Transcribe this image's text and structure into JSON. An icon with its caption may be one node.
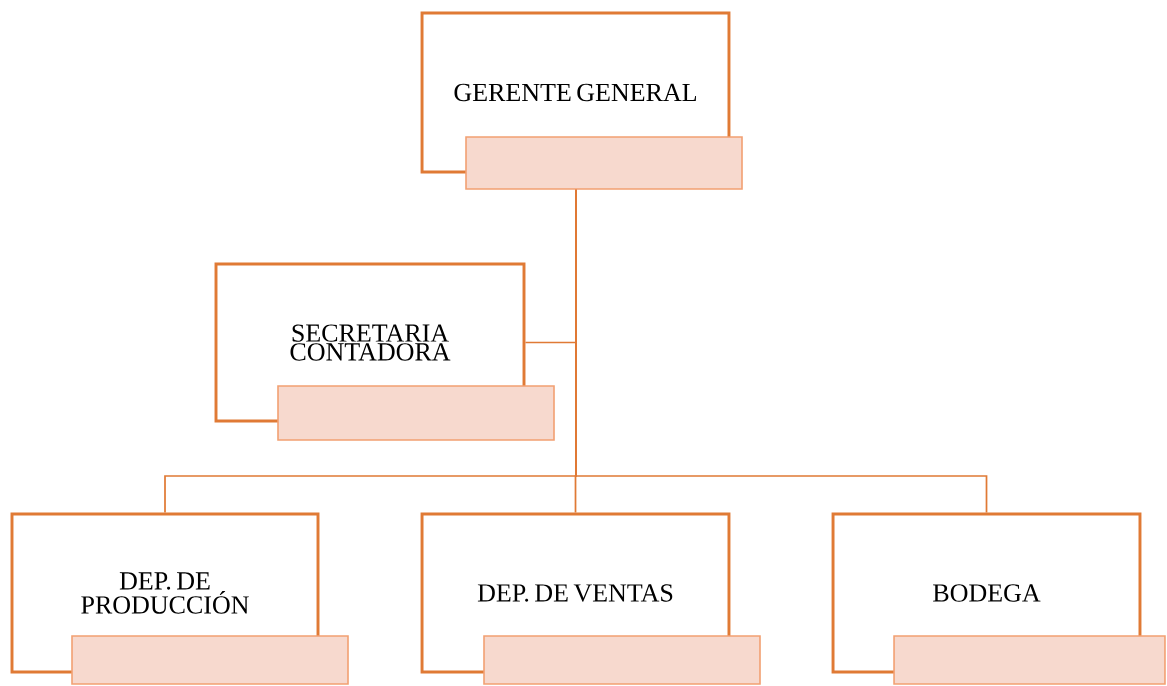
{
  "diagram": {
    "nodes": [
      {
        "text": [
          "GERENTE GENERAL"
        ]
      },
      {
        "text": [],
        "shape": "box"
      },
      {
        "text": [
          "SECRETARIA CONTADORA"
        ]
      },
      {
        "text": [],
        "shape": "box"
      },
      {
        "text": [
          "DEP. DE PRODUCCIÓN"
        ]
      },
      {
        "text": [],
        "shape": "box"
      },
      {
        "text": [
          "DEP. DE VENTAS"
        ]
      },
      {
        "text": [],
        "shape": "box"
      },
      {
        "text": [
          "BODEGA"
        ]
      },
      {
        "text": [],
        "shape": "box"
      }
    ],
    "edges": [
      {
        "from": 1,
        "to": 2,
        "arrow": "none"
      },
      {
        "from": 1,
        "to": 4,
        "arrow": "none"
      },
      {
        "from": 1,
        "to": 6,
        "arrow": "none"
      },
      {
        "from": 1,
        "to": 8,
        "arrow": "none"
      }
    ]
  }
}
